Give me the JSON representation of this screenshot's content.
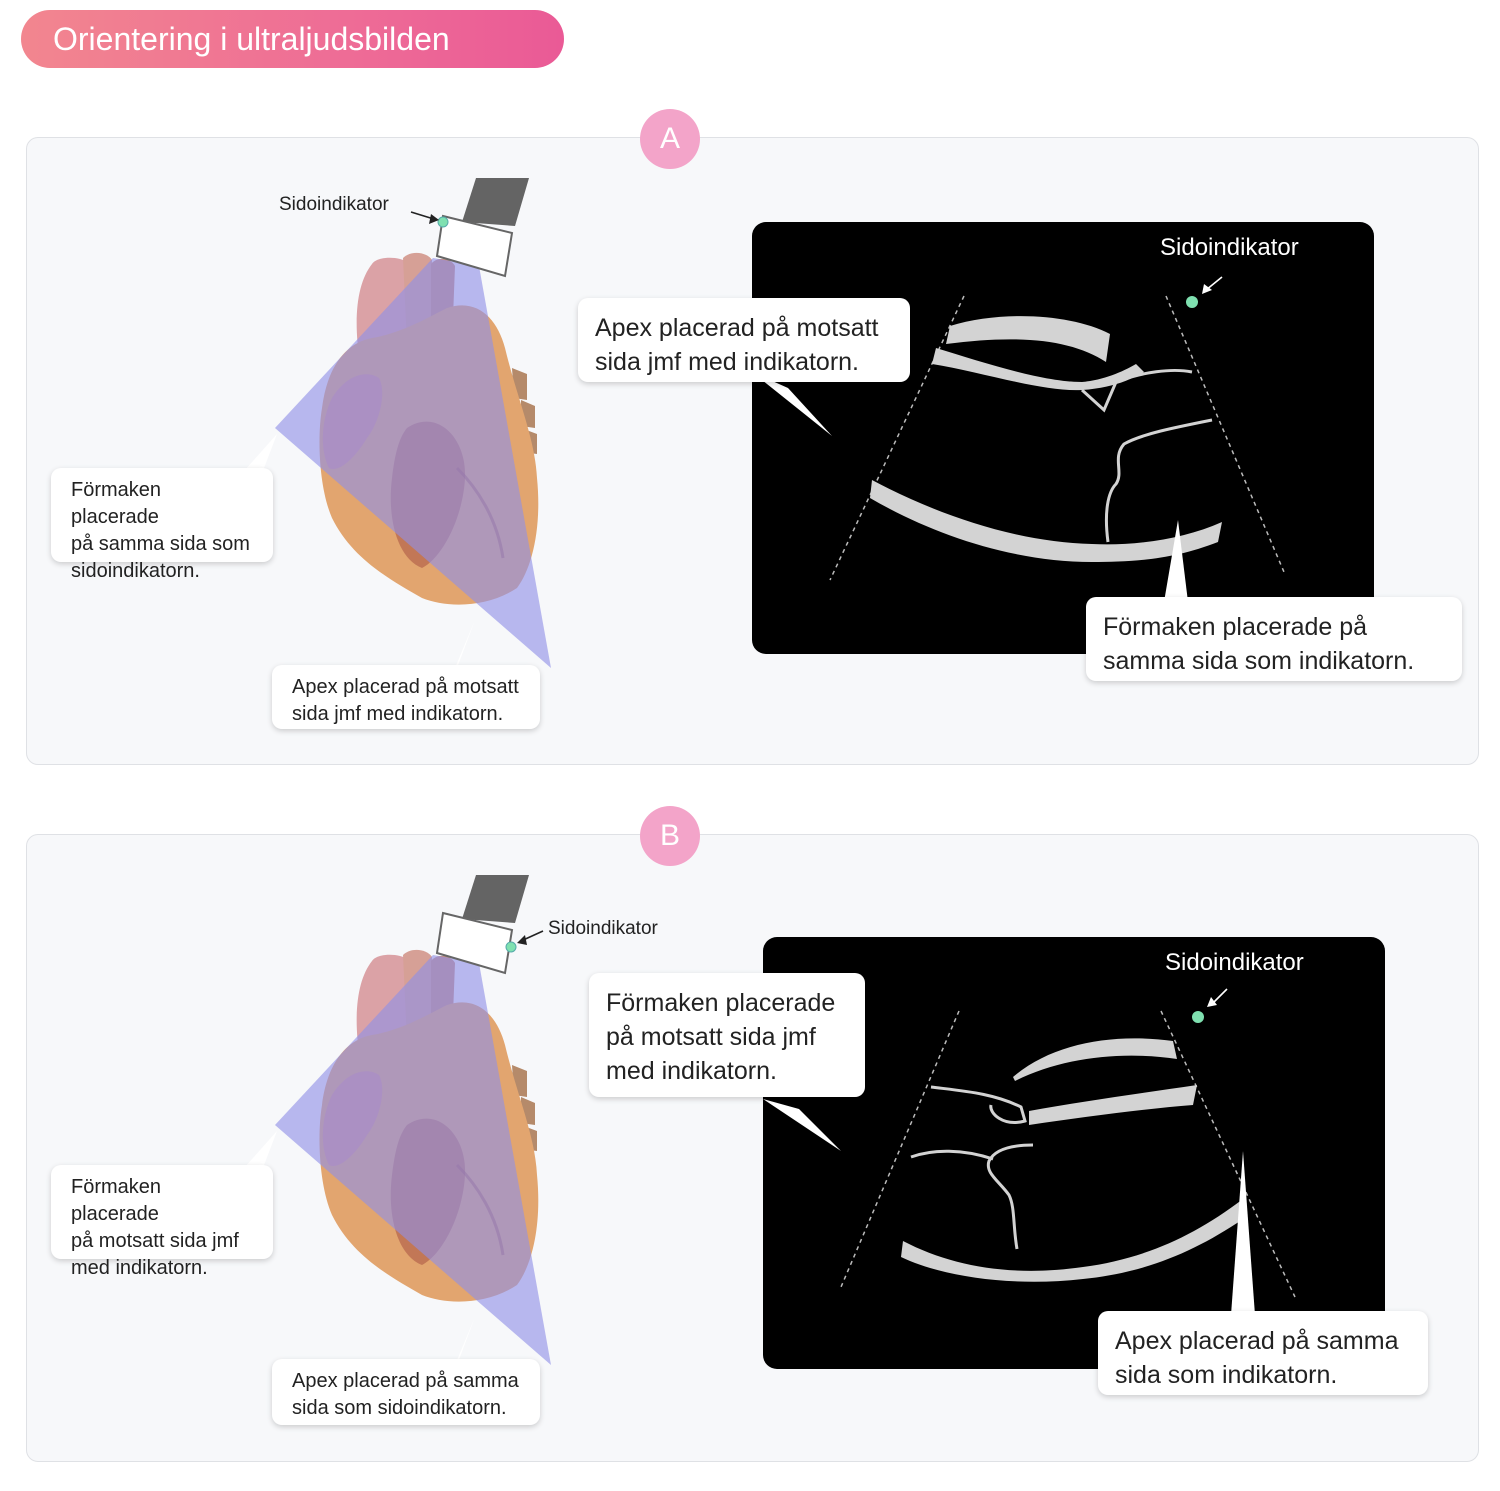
{
  "header": {
    "title": "Orientering i ultraljudsbilden"
  },
  "panels": [
    {
      "badge": "A",
      "probe_label": "Sidoindikator",
      "screen_label": "Sidoindikator",
      "left_callout_atrium": "Förmaken placerade\npå samma sida som\nsidoindikatorn.",
      "left_callout_apex": "Apex placerad på motsatt\nsida jmf med indikatorn.",
      "screen_callout_top": "Apex placerad på motsatt\nsida jmf med indikatorn.",
      "screen_callout_bottom": "Förmaken placerade på\nsamma sida som indikatorn."
    },
    {
      "badge": "B",
      "probe_label": "Sidoindikator",
      "screen_label": "Sidoindikator",
      "left_callout_atrium": "Förmaken placerade\npå motsatt sida jmf\nmed indikatorn.",
      "left_callout_apex": "Apex placerad på samma\nsida som sidoindikatorn.",
      "screen_callout_top": "Förmaken placerade\npå motsatt sida jmf\nmed indikatorn.",
      "screen_callout_bottom": "Apex placerad på samma\nsida som indikatorn."
    }
  ],
  "colors": {
    "title_gradient": [
      "#f2868f",
      "#ea5a96"
    ],
    "badge": "#f3a4c9",
    "beam": "#8f8fe6",
    "indicator_dot": "#7fe0b0",
    "heart": "#e2a56f",
    "screen": "#000000",
    "echo_structures": "#d3d3d3"
  },
  "icons": [
    "ultrasound-probe-icon",
    "heart-illustration",
    "arrow-icon",
    "indicator-dot-icon"
  ]
}
